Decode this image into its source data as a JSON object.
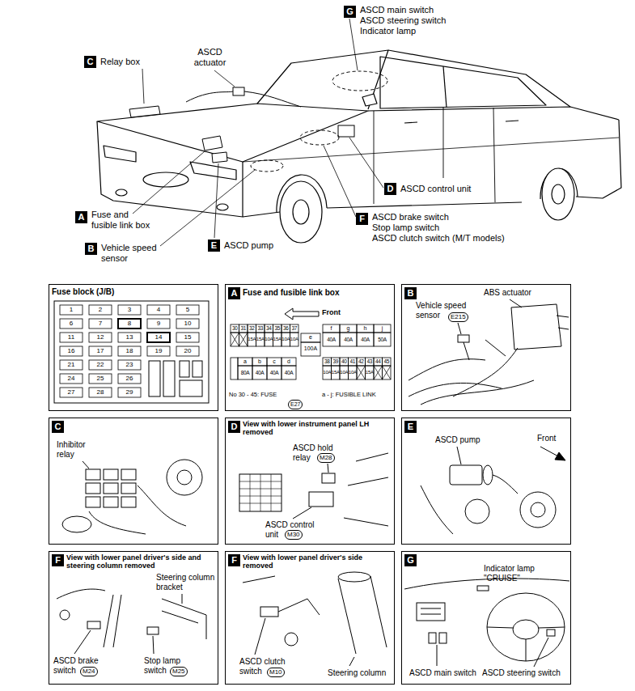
{
  "diagram": {
    "nodes": [
      {
        "text": [
          "G",
          "ASCD main switch",
          "ASCD steering switch",
          "Indicator lamp"
        ]
      },
      {
        "text": [
          "C",
          "Relay box"
        ]
      },
      {
        "text": [
          "D",
          "ASCD control unit"
        ]
      },
      {
        "text": [
          "A",
          "Fuse and fusible link box"
        ]
      },
      {
        "text": [
          "F",
          "ASCD brake switch",
          "Stop lamp switch",
          "ASCD clutch switch (M/T models)"
        ]
      },
      {
        "text": [
          "B",
          "Vehicle speed sensor"
        ]
      },
      {
        "text": [
          "E",
          "ASCD pump"
        ]
      },
      {
        "text": [
          "Fuse block (J/B)",
          "1",
          "2",
          "3",
          "4",
          "5",
          "6",
          "7",
          "8",
          "9",
          "10",
          "11",
          "12",
          "13",
          "14",
          "15",
          "16",
          "17",
          "18",
          "19",
          "20",
          "21",
          "22",
          "23",
          "24",
          "25",
          "26",
          "27",
          "28",
          "29"
        ]
      },
      {
        "text": [
          "Fuse and fusible link box",
          "Front",
          "30",
          "31",
          "32",
          "33",
          "34",
          "35",
          "36",
          "37",
          "15A",
          "15A",
          "10A",
          "15A",
          "10A",
          "10A",
          "e",
          "100A",
          "a",
          "b",
          "c",
          "d",
          "80A",
          "40A",
          "40A",
          "40A",
          "f",
          "g",
          "h",
          "j",
          "40A",
          "40A",
          "40A",
          "50A",
          "38",
          "39",
          "40",
          "41",
          "42",
          "43",
          "44",
          "45",
          "10A",
          "15A",
          "10A",
          "10A",
          "15A",
          "No 30 - 45: FUSE",
          "E27",
          "a - j: FUSIBLE LINK"
        ]
      },
      {
        "text": [
          "A"
        ],
        "in": 8
      },
      {
        "text": [
          "ABS actuator",
          "Vehicle speed sensor",
          "E215"
        ]
      },
      {
        "text": [
          "B"
        ],
        "in": 10
      },
      {
        "text": [
          "Inhibitor relay"
        ]
      },
      {
        "text": [
          "C"
        ],
        "in": 12
      },
      {
        "text": [
          "View with lower instrument panel LH removed",
          "ASCD hold relay",
          "M28",
          "ASCD control unit",
          "M30"
        ]
      },
      {
        "text": [
          "D"
        ],
        "in": 14
      },
      {
        "text": [
          "ASCD pump",
          "Front"
        ]
      },
      {
        "text": [
          "E"
        ],
        "in": 16
      },
      {
        "text": [
          "View with lower panel driver's side and steering column removed",
          "Steering column bracket",
          "ASCD brake switch",
          "M24",
          "Stop lamp switch",
          "M25"
        ]
      },
      {
        "text": [
          "F"
        ],
        "in": 18
      },
      {
        "text": [
          "View with lower panel driver's side removed",
          "ASCD clutch switch",
          "M10",
          "Steering column"
        ]
      },
      {
        "text": [
          "F"
        ],
        "in": 20
      },
      {
        "text": [
          "Indicator lamp \"CRUISE\"",
          "ASCD main switch",
          "ASCD steering switch"
        ]
      },
      {
        "text": [
          "G"
        ],
        "in": 22
      }
    ],
    "labels": [
      "ASCD actuator"
    ]
  }
}
